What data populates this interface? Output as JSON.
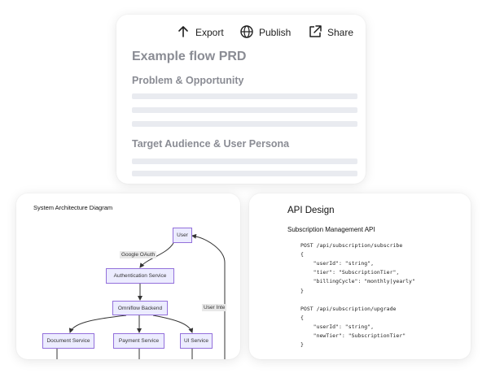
{
  "prd": {
    "toolbar": {
      "export_label": "Export",
      "publish_label": "Publish",
      "share_label": "Share"
    },
    "title": "Example flow PRD",
    "section1": "Problem & Opportunity",
    "section2": "Target Audience & User Persona"
  },
  "architecture": {
    "title": "System Architecture Diagram",
    "nodes": {
      "user": "User",
      "auth": "Authentication Service",
      "backend": "Omniflow Backend",
      "document": "Document Service",
      "payment": "Payment Service",
      "ui": "UI Service"
    },
    "edges": {
      "google_oauth": "Google OAuth",
      "user_interaction": "User Inte"
    }
  },
  "api": {
    "title": "API Design",
    "subtitle": "Subscription Management API",
    "code": [
      "POST /api/subscription/subscribe",
      "{",
      "    \"userId\": \"string\",",
      "    \"tier\": \"SubscriptionTier\",",
      "    \"billingCycle\": \"monthly|yearly\"",
      "}",
      "",
      "POST /api/subscription/upgrade",
      "{",
      "    \"userId\": \"string\",",
      "    \"newTier\": \"SubscriptionTier\"",
      "}"
    ]
  }
}
